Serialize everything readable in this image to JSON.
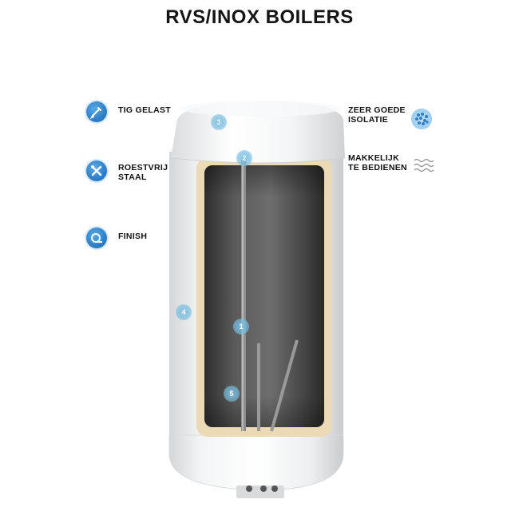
{
  "title": "RVS/INOX BOILERS",
  "features_left": [
    {
      "label": "TIG GELAST",
      "icon": "weld-torch-icon"
    },
    {
      "label": "ROESTVRIJ\nSTAAL",
      "icon": "tools-icon"
    },
    {
      "label": "FINISH",
      "icon": "roll-icon"
    }
  ],
  "features_right": [
    {
      "label": "ZEER GOEDE\nISOLATIE",
      "icon": "insulation-dots-icon"
    },
    {
      "label": "MAKKELIJK\nTE BEDIENEN",
      "icon": "waves-icon"
    }
  ],
  "markers": [
    "1",
    "2",
    "3",
    "4",
    "5"
  ],
  "colors": {
    "accent": "#2878c4",
    "marker": "#7fbfe0",
    "insulation": "#ecd9b5",
    "tank": "#4d4d4d"
  }
}
